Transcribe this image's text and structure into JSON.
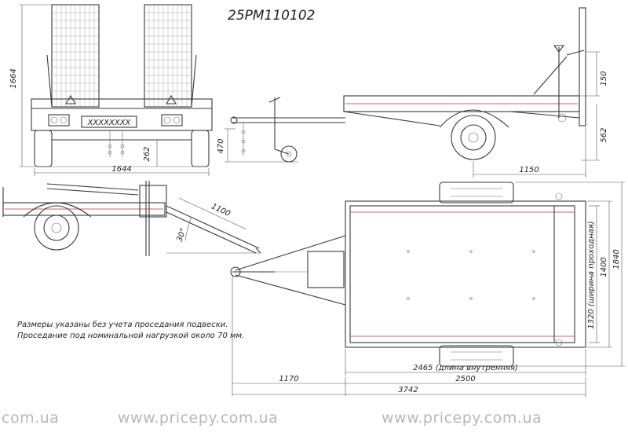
{
  "title": "25PM110102",
  "plate": "XXXXXXXX",
  "dimensions": {
    "rear_height": "1664",
    "rear_width": "1644",
    "ground_clearance": "262",
    "hitch_height": "470",
    "side_top": "150",
    "side_height": "562",
    "rear_overhang": "1150",
    "ramp_length": "1100",
    "ramp_angle": "30°",
    "inner_width": "1320 (ширина проходная)",
    "body_width": "1400",
    "total_width": "1840",
    "inner_length": "2465 (длина внутренняя)",
    "drawbar_length": "1170",
    "body_length": "2500",
    "total_length": "3742"
  },
  "notes": [
    "Размеры указаны без учета проседания подвески.",
    "Проседание под номинальной нагрузкой около 70 мм."
  ],
  "watermark": [
    "com.ua",
    "www.pricepy.com.ua",
    "www.pricepy.com.ua"
  ]
}
